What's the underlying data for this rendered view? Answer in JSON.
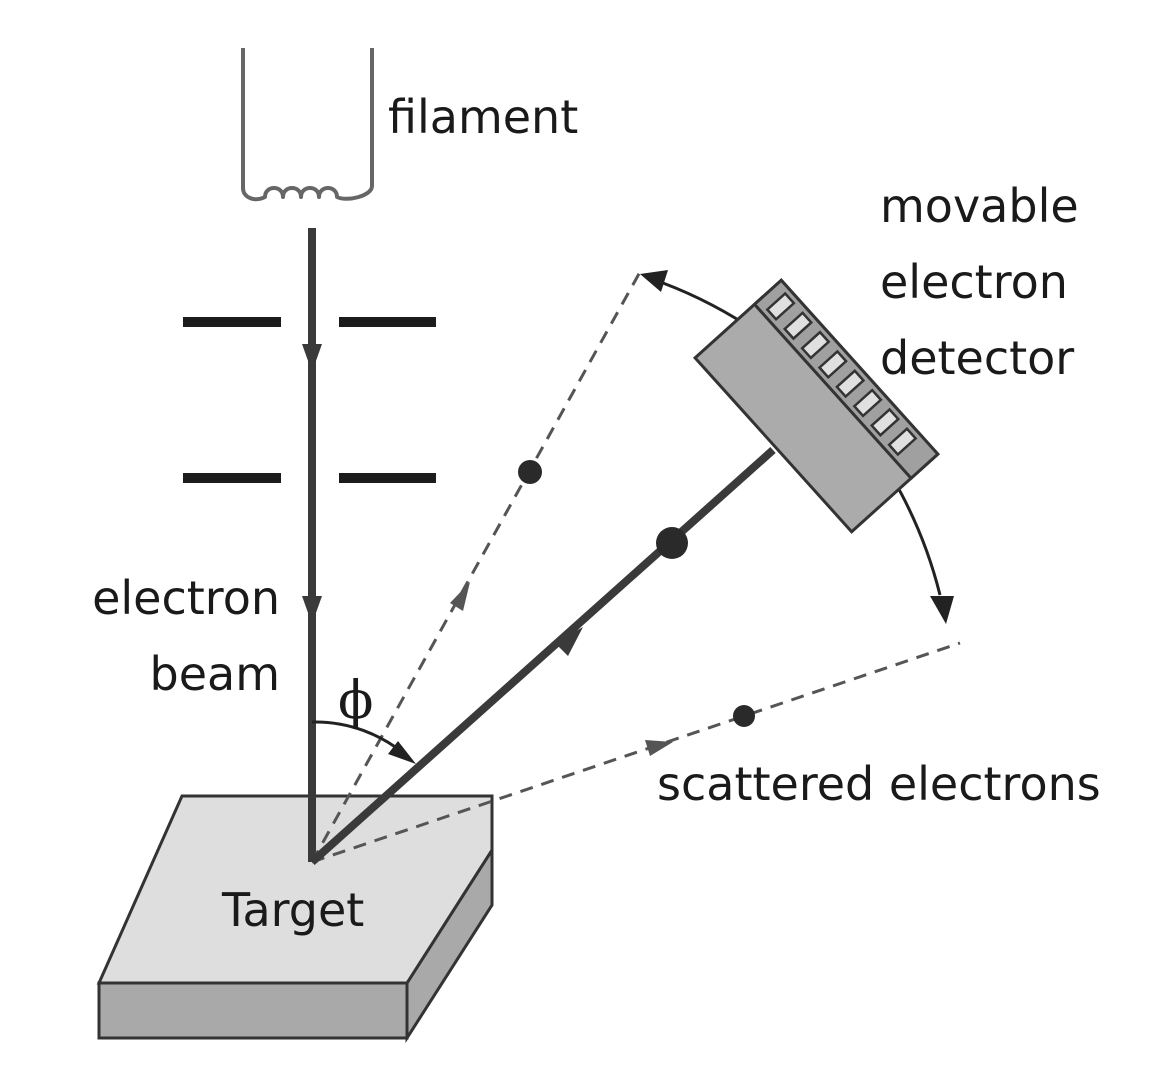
{
  "labels": {
    "filament": "filament",
    "detector_line1": "movable",
    "detector_line2": "electron",
    "detector_line3": "detector",
    "beam_line1": "electron",
    "beam_line2": "beam",
    "angle": "ϕ",
    "scattered": "scattered electrons",
    "target": "Target"
  },
  "colors": {
    "ink": "#2b2b2b",
    "target_top": "#dedede",
    "target_side": "#a9a9a9",
    "detector_body": "#ababab",
    "detector_cell_light": "#e0e0e0",
    "detector_cell_dark": "#a0a0a0"
  }
}
